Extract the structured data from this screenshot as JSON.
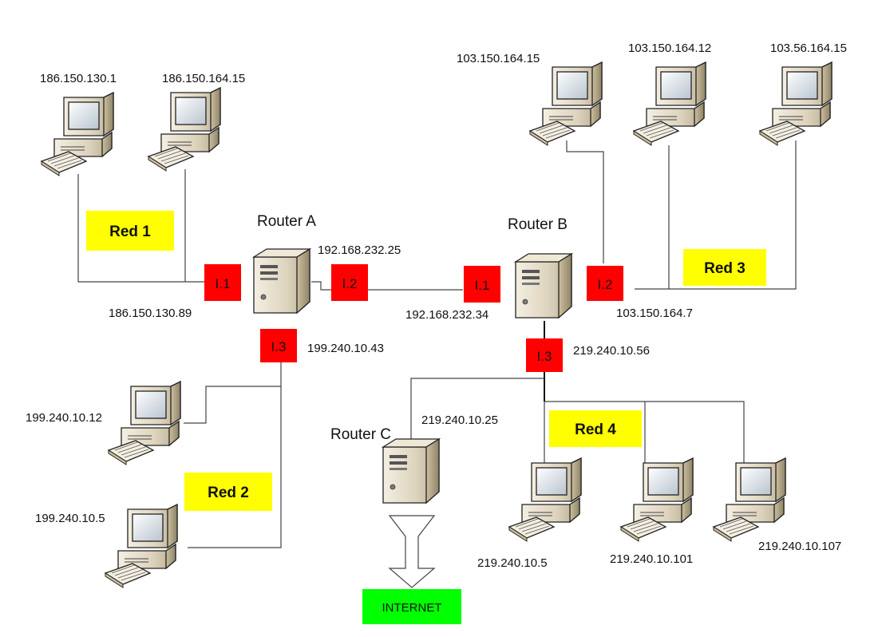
{
  "routers": {
    "a": {
      "label": "Router A"
    },
    "b": {
      "label": "Router B"
    },
    "c": {
      "label": "Router C"
    }
  },
  "networks": {
    "red1": "Red 1",
    "red2": "Red 2",
    "red3": "Red 3",
    "red4": "Red 4"
  },
  "interfaces": {
    "a_i1": "I.1",
    "a_i2": "I.2",
    "a_i3": "I.3",
    "b_i1": "I.1",
    "b_i2": "I.2",
    "b_i3": "I.3"
  },
  "addresses": {
    "pc_red1_left": "186.150.130.1",
    "pc_red1_right": "186.150.164.15",
    "a_i1": "186.150.130.89",
    "a_i2": "192.168.232.25",
    "a_i3": "199.240.10.43",
    "pc_red2_top": "199.240.10.12",
    "pc_red2_bottom": "199.240.10.5",
    "b_i1": "192.168.232.34",
    "b_i2": "103.150.164.7",
    "b_i3": "219.240.10.56",
    "pc_red3_left": "103.150.164.15",
    "pc_red3_mid": "103.150.164.12",
    "pc_red3_right": "103.56.164.15",
    "router_c": "219.240.10.25",
    "pc_red4_left": "219.240.10.5",
    "pc_red4_mid": "219.240.10.101",
    "pc_red4_right": "219.240.10.107"
  },
  "internet": {
    "label": "INTERNET"
  },
  "colors": {
    "interface_box": "#ff0000",
    "network_label": "#ffff00",
    "internet_box": "#00ff00"
  }
}
